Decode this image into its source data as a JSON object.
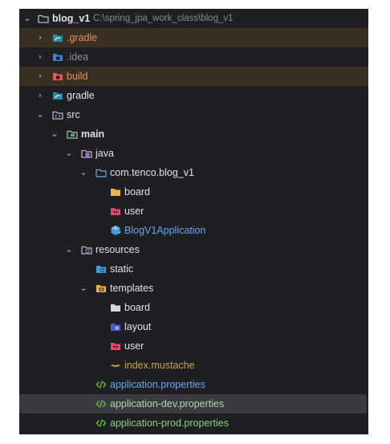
{
  "project": {
    "name": "blog_v1",
    "path": "C:\\spring_jpa_work_class\\blog_v1"
  },
  "tree": [
    {
      "label": "blog_v1",
      "icon": "folder-icon",
      "expanded": true
    },
    {
      "label": ".gradle",
      "icon": "gradle-folder-icon",
      "expanded": false
    },
    {
      "label": ".idea",
      "icon": "idea-folder-icon",
      "expanded": false
    },
    {
      "label": "build",
      "icon": "build-folder-icon",
      "expanded": false
    },
    {
      "label": "gradle",
      "icon": "gradle-folder-icon",
      "expanded": false
    },
    {
      "label": "src",
      "icon": "source-folder-icon",
      "expanded": true
    },
    {
      "label": "main",
      "icon": "module-folder-icon",
      "expanded": true
    },
    {
      "label": "java",
      "icon": "java-folder-icon",
      "expanded": true
    },
    {
      "label": "com.tenco.blog_v1",
      "icon": "package-icon",
      "expanded": true
    },
    {
      "label": "board",
      "icon": "folder-icon"
    },
    {
      "label": "user",
      "icon": "user-folder-icon"
    },
    {
      "label": "BlogV1Application",
      "icon": "spring-class-icon"
    },
    {
      "label": "resources",
      "icon": "resources-folder-icon",
      "expanded": true
    },
    {
      "label": "static",
      "icon": "static-folder-icon"
    },
    {
      "label": "templates",
      "icon": "templates-folder-icon",
      "expanded": true
    },
    {
      "label": "board",
      "icon": "folder-icon"
    },
    {
      "label": "layout",
      "icon": "layout-folder-icon"
    },
    {
      "label": "user",
      "icon": "user-folder-icon"
    },
    {
      "label": "index.mustache",
      "icon": "mustache-icon"
    },
    {
      "label": "application.properties",
      "icon": "properties-icon"
    },
    {
      "label": "application-dev.properties",
      "icon": "properties-icon",
      "selected": true
    },
    {
      "label": "application-prod.properties",
      "icon": "properties-icon"
    }
  ]
}
